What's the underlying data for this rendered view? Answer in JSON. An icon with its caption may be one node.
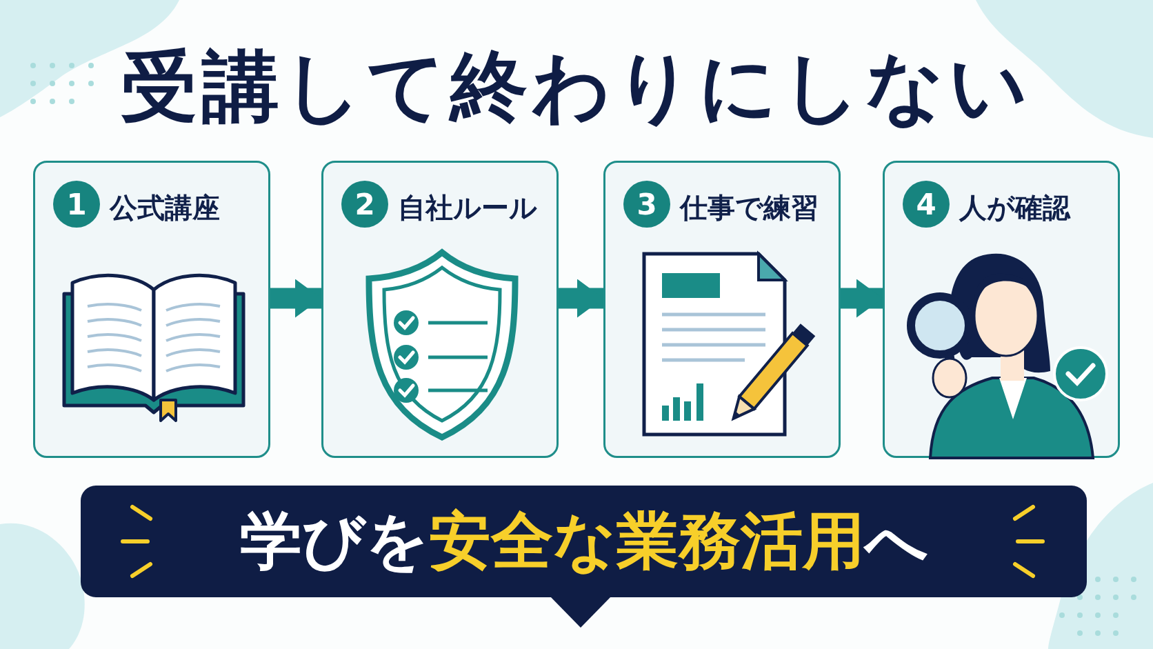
{
  "diagram": {
    "title": "受講して終わりにしない",
    "nodes": [
      {
        "text": [
          "公式講座"
        ]
      },
      {
        "text": [
          "1"
        ],
        "in": 0
      },
      {
        "text": [
          "自社ルール"
        ]
      },
      {
        "text": [
          "2"
        ],
        "in": 2
      },
      {
        "text": [
          "仕事で練習"
        ]
      },
      {
        "text": [
          "3"
        ],
        "in": 4
      },
      {
        "text": [
          "人が確認"
        ]
      },
      {
        "text": [
          "4"
        ],
        "in": 6
      },
      {
        "text": [
          "学びを**安全な業務活用**へ"
        ]
      }
    ],
    "edges": [
      {
        "from": 0,
        "to": 2,
        "arrow": "to"
      },
      {
        "from": 2,
        "to": 4,
        "arrow": "to"
      },
      {
        "from": 4,
        "to": 6,
        "arrow": "to"
      }
    ]
  }
}
